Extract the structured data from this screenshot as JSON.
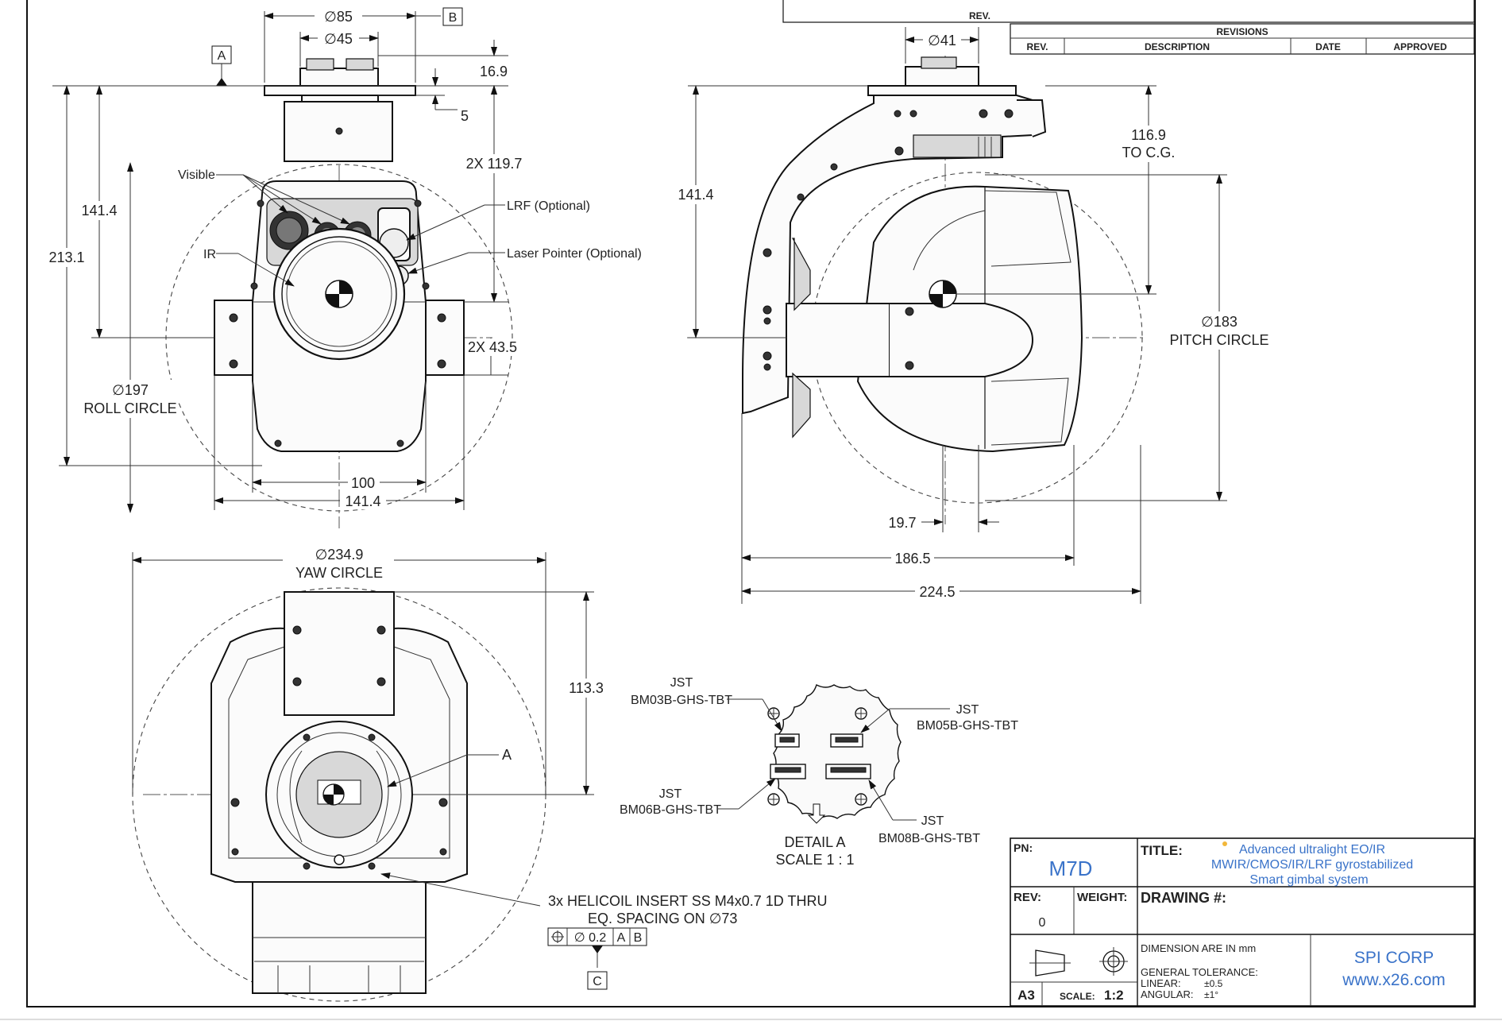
{
  "revisions": {
    "top_rev_label": "REV.",
    "header": "REVISIONS",
    "columns": [
      "REV.",
      "DESCRIPTION",
      "DATE",
      "APPROVED"
    ]
  },
  "front_view": {
    "dim_dia85": "∅85",
    "dim_dia45": "∅45",
    "datum_b": "B",
    "datum_a": "A",
    "dim_16_9": "16.9",
    "dim_5": "5",
    "dim_2x119_7": "2X 119.7",
    "dim_141_4_v": "141.4",
    "dim_213_1": "213.1",
    "dim_2x43_5": "2X 43.5",
    "dim_100": "100",
    "dim_141_4_h": "141.4",
    "roll_dia": "∅197",
    "roll_label": "ROLL CIRCLE",
    "callout_visible": "Visible",
    "callout_ir": "IR",
    "callout_lrf": "LRF (Optional)",
    "callout_laser": "Laser Pointer (Optional)"
  },
  "side_view": {
    "dim_dia41": "∅41",
    "dim_141_4": "141.4",
    "dim_116_9": "116.9",
    "dim_cg": "TO C.G.",
    "pitch_dia": "∅183",
    "pitch_label": "PITCH CIRCLE",
    "dim_19_7": "19.7",
    "dim_186_5": "186.5",
    "dim_224_5": "224.5"
  },
  "bottom_view": {
    "yaw_dia": "∅234.9",
    "yaw_label": "YAW CIRCLE",
    "dim_113_3": "113.3",
    "callout_a": "A",
    "note_line1": "3x HELICOIL INSERT SS M4x0.7 1D THRU",
    "note_line2": "EQ. SPACING ON ∅73",
    "fcf_tol": "∅ 0.2",
    "fcf_a": "A",
    "fcf_b": "B",
    "datum_c": "C"
  },
  "detail_a": {
    "title": "DETAIL A",
    "scale": "SCALE 1 : 1",
    "connectors": [
      {
        "line1": "JST",
        "line2": "BM03B-GHS-TBT"
      },
      {
        "line1": "JST",
        "line2": "BM05B-GHS-TBT"
      },
      {
        "line1": "JST",
        "line2": "BM06B-GHS-TBT"
      },
      {
        "line1": "JST",
        "line2": "BM08B-GHS-TBT"
      }
    ]
  },
  "title_block": {
    "pn_label": "PN:",
    "pn_value": "M7D",
    "title_label": "TITLE:",
    "title_line1": "Advanced ultralight EO/IR",
    "title_line2": "MWIR/CMOS/IR/LRF gyrostabilized",
    "title_line3": "Smart gimbal system",
    "rev_label": "REV:",
    "rev_value": "0",
    "weight_label": "WEIGHT:",
    "drawing_label": "DRAWING #:",
    "units": "DIMENSION ARE IN mm",
    "general_tol": "GENERAL TOLERANCE:",
    "linear_label": "LINEAR:",
    "linear_value": "±0.5",
    "angular_label": "ANGULAR:",
    "angular_value": "±1°",
    "size": "A3",
    "scale_label": "SCALE:",
    "scale_value": "1:2",
    "company": "SPI CORP",
    "website": "www.x26.com",
    "accent_color": "#3a73c9"
  }
}
